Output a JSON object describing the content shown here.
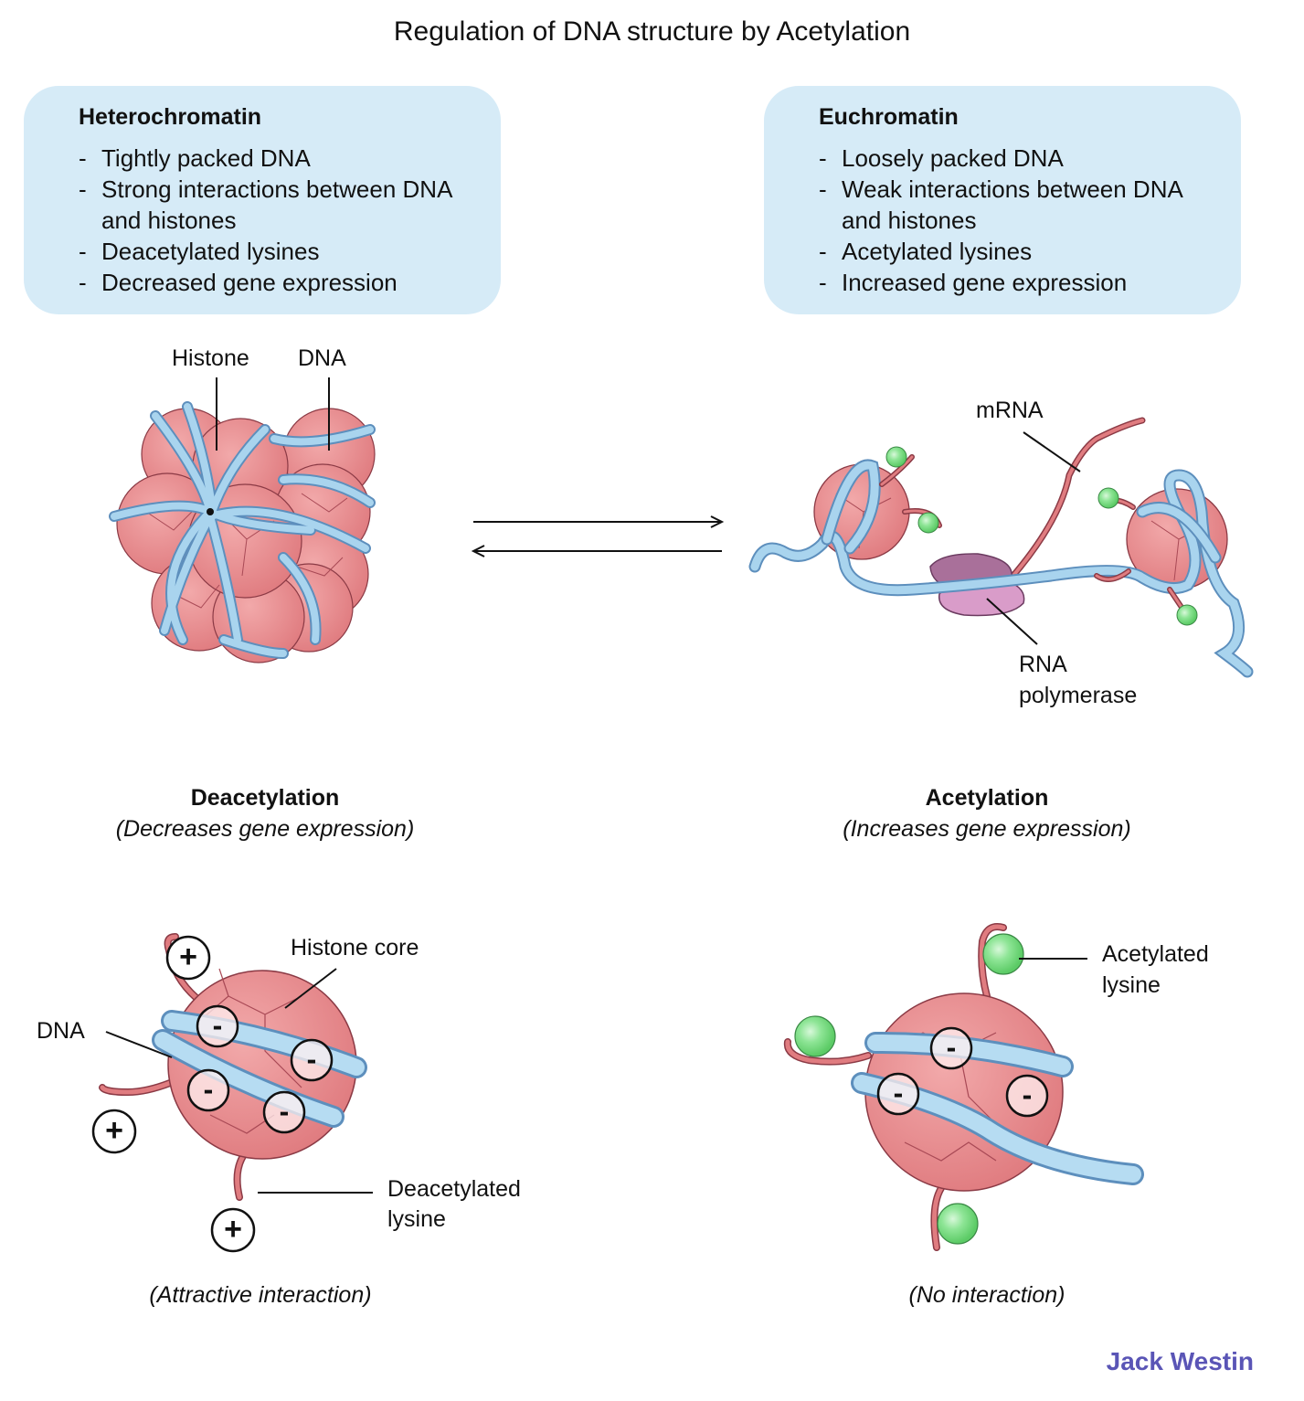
{
  "title": "Regulation of DNA structure by Acetylation",
  "heterochromatin": {
    "heading": "Heterochromatin",
    "items": [
      "Tightly packed DNA",
      "Strong interactions between DNA and histones",
      "Deacetylated lysines",
      "Decreased gene expression"
    ]
  },
  "euchromatin": {
    "heading": "Euchromatin",
    "items": [
      "Loosely packed DNA",
      "Weak interactions between DNA and histones",
      "Acetylated lysines",
      "Increased gene expression"
    ]
  },
  "top_labels": {
    "histone": "Histone",
    "dna": "DNA",
    "mrna": "mRNA",
    "rna_polymerase_line1": "RNA",
    "rna_polymerase_line2": "polymerase"
  },
  "deacetylation": {
    "heading": "Deacetylation",
    "subheading": "(Decreases gene expression)",
    "histone_core_label": "Histone core",
    "dna_label": "DNA",
    "lysine_label_line1": "Deacetylated",
    "lysine_label_line2": "lysine",
    "caption": "(Attractive interaction)",
    "positive_symbol": "+",
    "negative_symbol": "-"
  },
  "acetylation": {
    "heading": "Acetylation",
    "subheading": "(Increases gene expression)",
    "lysine_label_line1": "Acetylated",
    "lysine_label_line2": "lysine",
    "caption": "(No interaction)",
    "negative_symbol": "-"
  },
  "credit": "Jack Westin",
  "colors": {
    "box_fill": "#d6ebf7",
    "histone": "#e8878a",
    "dna": "#9ecbea",
    "tail": "#d96a6e",
    "acetyl": "#7fe08a",
    "polymerase": "#b77aa3",
    "credit": "#5a55b6"
  }
}
